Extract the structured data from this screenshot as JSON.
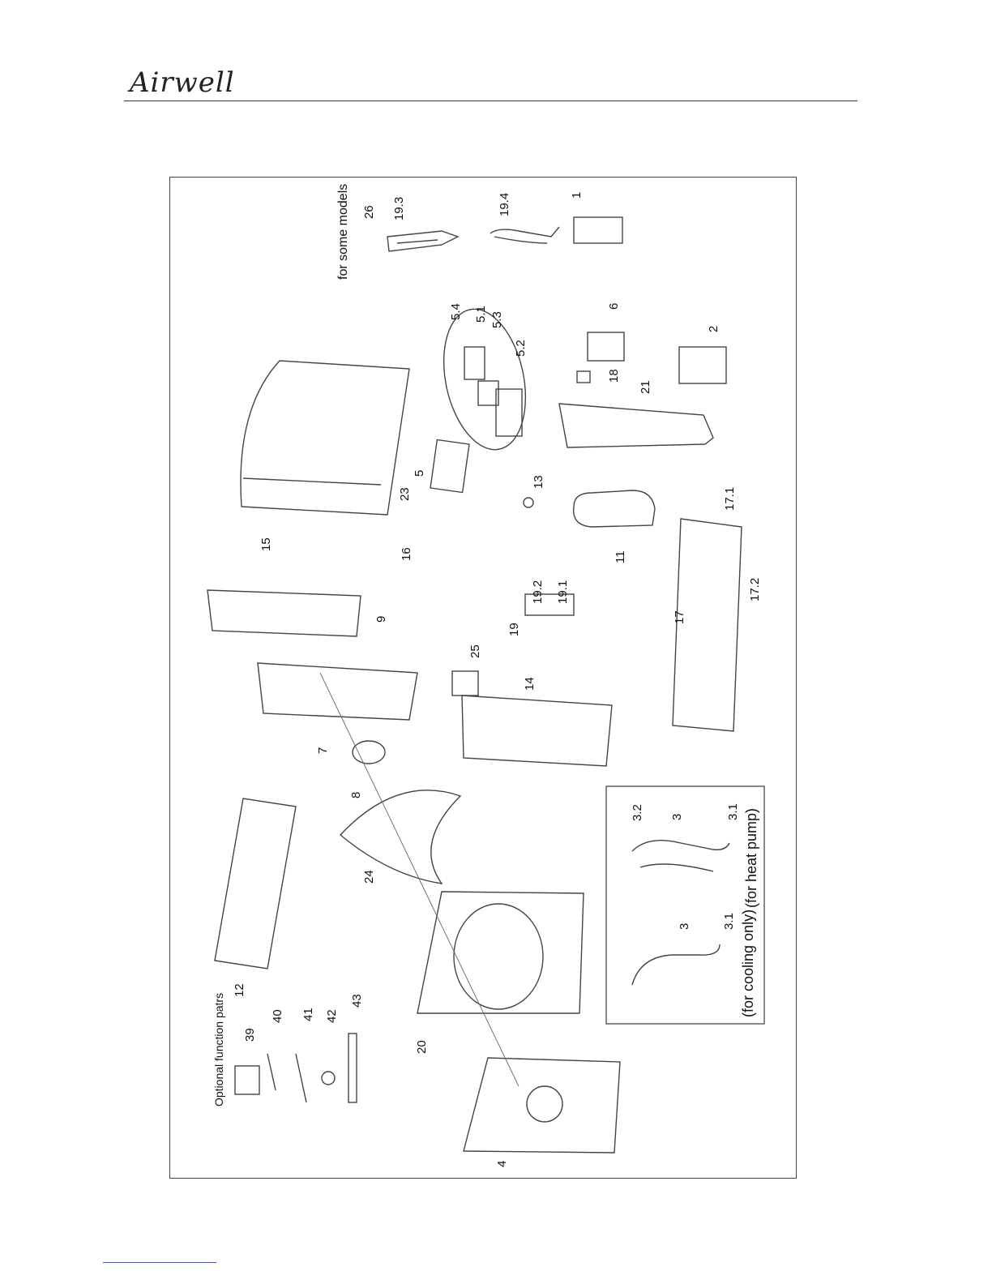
{
  "header": {
    "logo": "Airwell"
  },
  "diagram": {
    "captions": {
      "for_some_models": "for some models",
      "optional": "Optional function patrs",
      "cooling_only": "(for cooling only)",
      "heat_pump": "(for heat pump)"
    },
    "labels": [
      "26",
      "19.3",
      "19.4",
      "1",
      "5.4",
      "5.1",
      "5.3",
      "5.2",
      "6",
      "2",
      "18",
      "21",
      "5",
      "13",
      "23",
      "15",
      "16",
      "11",
      "17.1",
      "9",
      "19.2",
      "19.1",
      "19",
      "17",
      "17.2",
      "25",
      "14",
      "7",
      "8",
      "3.2",
      "3",
      "3.1",
      "24",
      "12",
      "39",
      "40",
      "41",
      "42",
      "43",
      "20",
      "3",
      "3.1",
      "4"
    ]
  }
}
